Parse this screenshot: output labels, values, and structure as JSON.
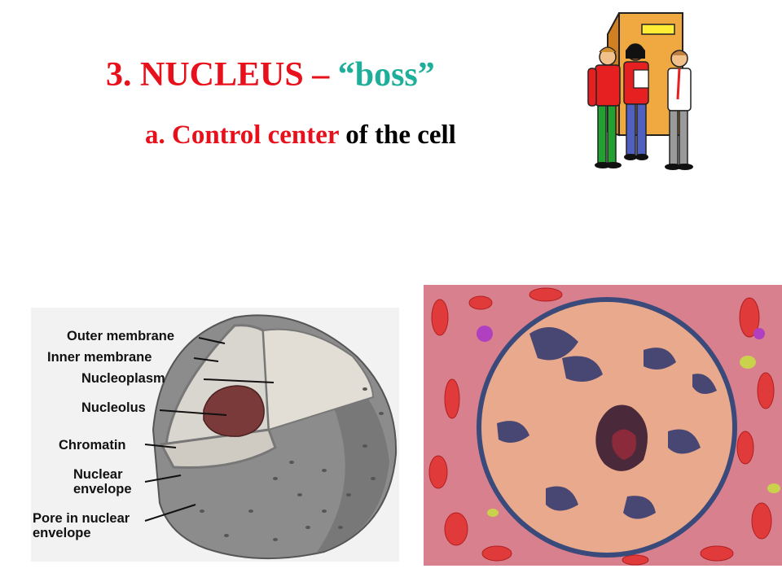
{
  "slide": {
    "title": {
      "number": "3.",
      "term": "NUCLEUS",
      "dash": "–",
      "nickname": "“boss”"
    },
    "point_a": {
      "marker": "a.",
      "emphasis": "Control center",
      "rest": "of the cell"
    }
  },
  "diagram": {
    "labels": {
      "outer_membrane": "Outer membrane",
      "inner_membrane": "Inner membrane",
      "nucleoplasm": "Nucleoplasm",
      "nucleolus": "Nucleolus",
      "chromatin": "Chromatin",
      "nuclear_envelope_line1": "Nuclear",
      "nuclear_envelope_line2": "envelope",
      "pore_line1": "Pore in nuclear",
      "pore_line2": "envelope"
    }
  },
  "colors": {
    "title_red": "#e8101a",
    "boss_teal": "#1fae9a",
    "body_black": "#000000"
  }
}
